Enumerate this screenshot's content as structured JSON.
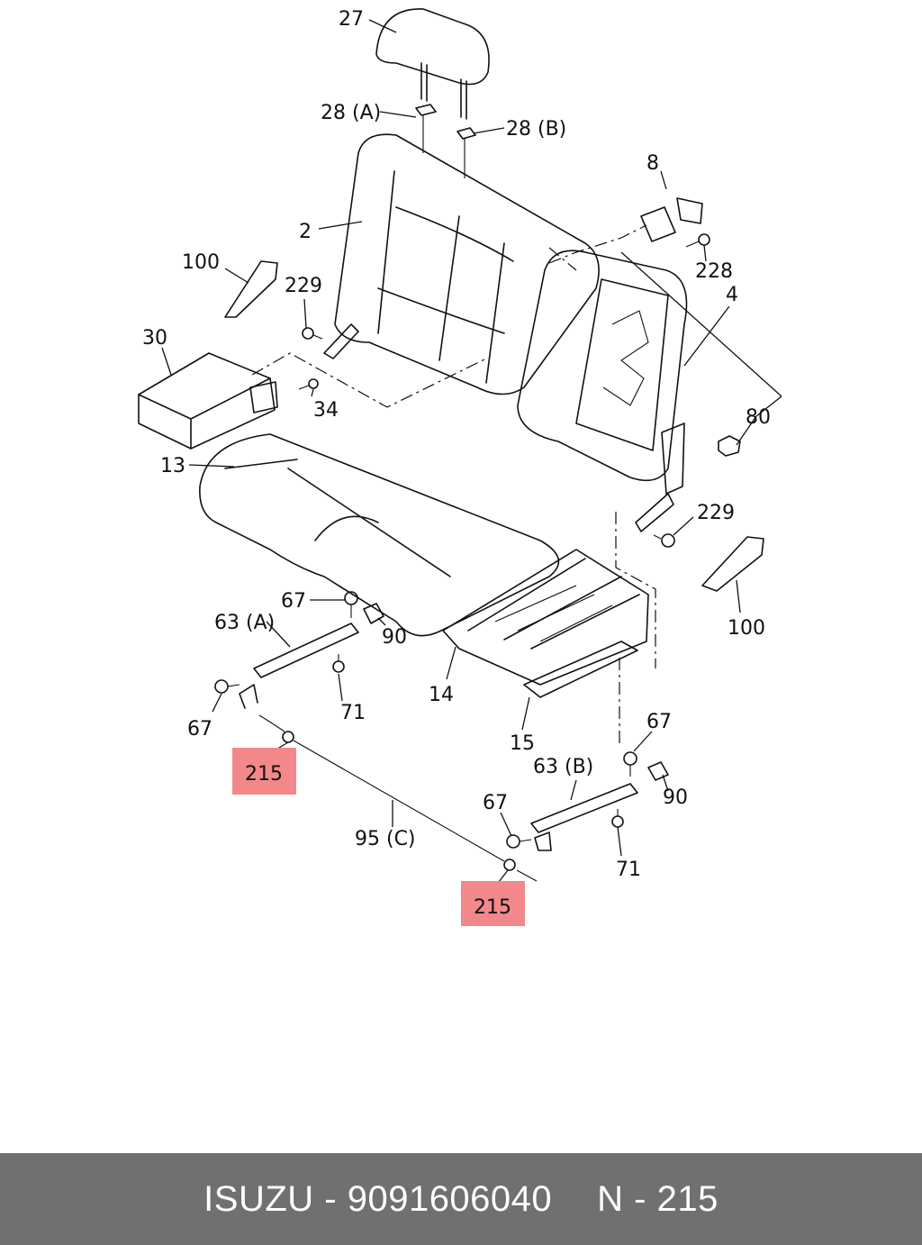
{
  "callouts": {
    "c27": "27",
    "c28a": "28 (A)",
    "c28b": "28 (B)",
    "c8": "8",
    "c2": "2",
    "c228": "228",
    "c4": "4",
    "c100a": "100",
    "c229a": "229",
    "c30": "30",
    "c34": "34",
    "c80": "80",
    "c13": "13",
    "c229b": "229",
    "c100b": "100",
    "c67a": "67",
    "c63a": "63 (A)",
    "c90a": "90",
    "c14": "14",
    "c67b": "67",
    "c71a": "71",
    "c15": "15",
    "c215a": "215",
    "c67c": "67",
    "c63b": "63 (B)",
    "c90b": "90",
    "c95c": "95 (C)",
    "c67d": "67",
    "c71b": "71",
    "c215b": "215"
  },
  "highlight_color": "#f2888a",
  "footer": {
    "brand_part": "ISUZU - 9091606040",
    "ref": "N - 215"
  }
}
